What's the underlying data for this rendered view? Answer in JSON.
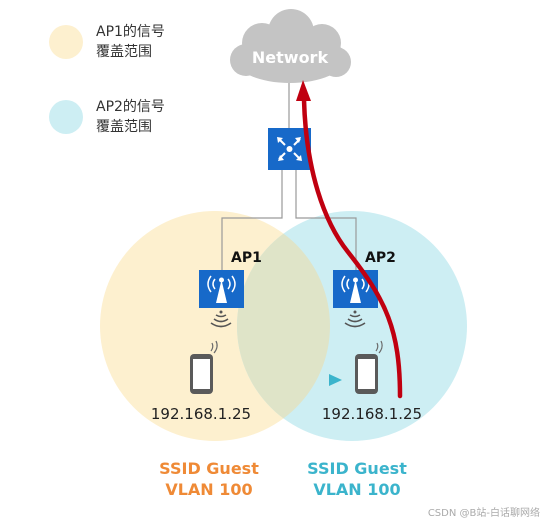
{
  "legend": {
    "ap1_line1": "AP1的信号",
    "ap1_line2": "覆盖范围",
    "ap2_line1": "AP2的信号",
    "ap2_line2": "覆盖范围"
  },
  "network_label": "Network",
  "ap1": {
    "label": "AP1",
    "client_ip": "192.168.1.25",
    "ssid": "SSID Guest",
    "vlan": "VLAN 100"
  },
  "ap2": {
    "label": "AP2",
    "client_ip": "192.168.1.25",
    "ssid": "SSID Guest",
    "vlan": "VLAN 100"
  },
  "watermark": "CSDN @B站-白话聊网络",
  "colors": {
    "ap1_coverage": "#fdf0cf",
    "ap2_coverage": "#cdeef3",
    "overlap": "#dfe4c8",
    "ssid_ap1": "#ef8a36",
    "ssid_ap2": "#3bb4cc",
    "device_blue": "#1769c9",
    "traffic_path": "#c00010",
    "cloud": "#c4c4c4"
  }
}
